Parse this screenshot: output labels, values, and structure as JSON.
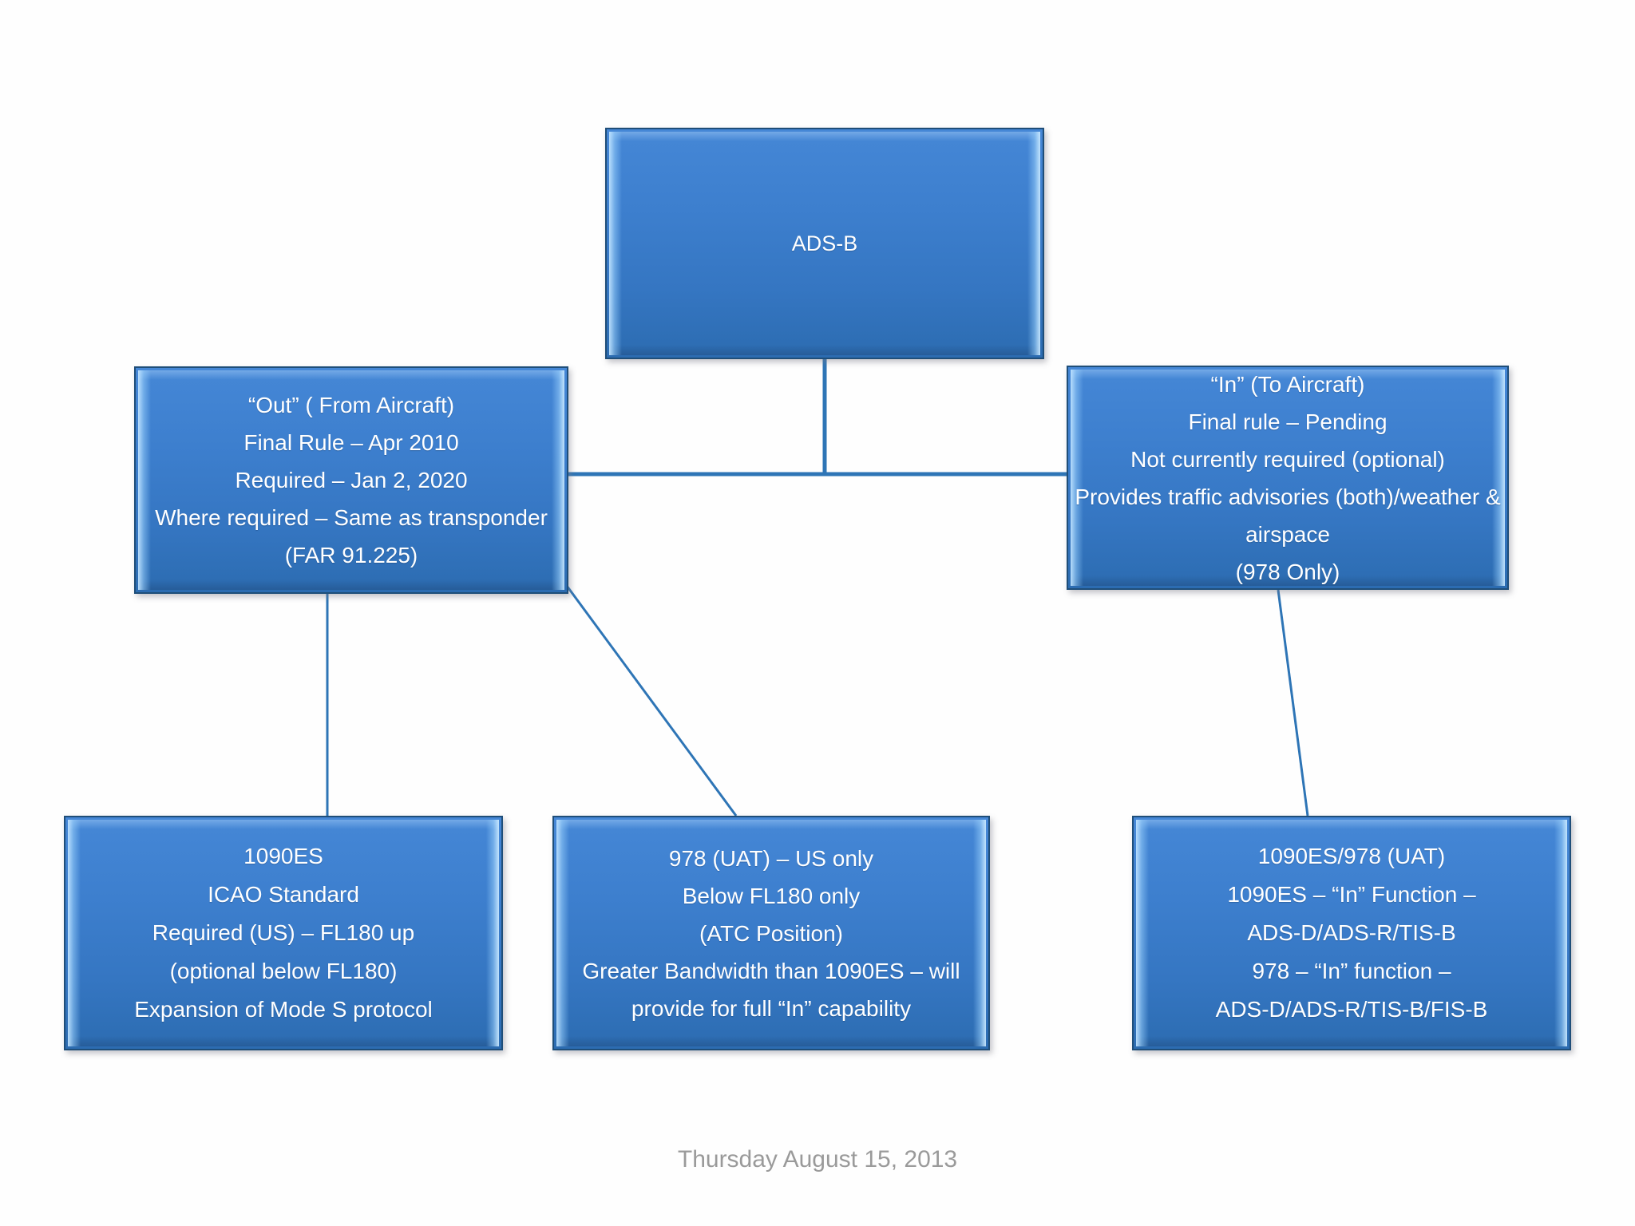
{
  "slide": {
    "footer_date": "Thursday August 15, 2013",
    "accent_color": "#3d7fce",
    "border_color": "#1F4E79",
    "connector_color": "#2E75B6",
    "footer_color": "#9a9a9a",
    "text_color": "#ffffff"
  },
  "nodes": {
    "root": {
      "id": "ADS-B",
      "lines": [
        "ADS-B"
      ]
    },
    "out": {
      "id": "out",
      "lines": [
        "“Out” ( From Aircraft)",
        "Final Rule – Apr 2010",
        "Required – Jan 2, 2020",
        "Where required – Same as transponder (FAR 91.225)"
      ]
    },
    "in": {
      "id": "in",
      "lines": [
        "“In” (To Aircraft)",
        "Final rule – Pending",
        "Not currently required (optional)",
        "Provides traffic advisories (both)/weather & airspace",
        "(978 Only)"
      ]
    },
    "es1090": {
      "id": "1090ES",
      "lines": [
        "1090ES",
        "ICAO Standard",
        "Required (US) – FL180 up",
        "(optional below FL180)",
        "Expansion of Mode S protocol"
      ]
    },
    "uat978": {
      "id": "978-UAT",
      "lines": [
        "978 (UAT) – US only",
        "Below FL180 only",
        "(ATC Position)",
        "Greater Bandwidth than 1090ES – will provide for full “In” capability"
      ]
    },
    "both": {
      "id": "1090ES-978",
      "lines": [
        "1090ES/978 (UAT)",
        "1090ES – “In” Function –",
        "ADS-D/ADS-R/TIS-B",
        "978 – “In” function –",
        "ADS-D/ADS-R/TIS-B/FIS-B"
      ]
    }
  },
  "connectors": [
    {
      "name": "adsb-to-bus",
      "from": "ADS-B",
      "to": "bus"
    },
    {
      "name": "bus-to-out",
      "from": "bus",
      "to": "out"
    },
    {
      "name": "bus-to-in",
      "from": "bus",
      "to": "in"
    },
    {
      "name": "out-to-1090es",
      "from": "out",
      "to": "1090ES"
    },
    {
      "name": "out-to-978",
      "from": "out",
      "to": "978-UAT"
    },
    {
      "name": "in-to-both",
      "from": "in",
      "to": "1090ES-978"
    }
  ]
}
